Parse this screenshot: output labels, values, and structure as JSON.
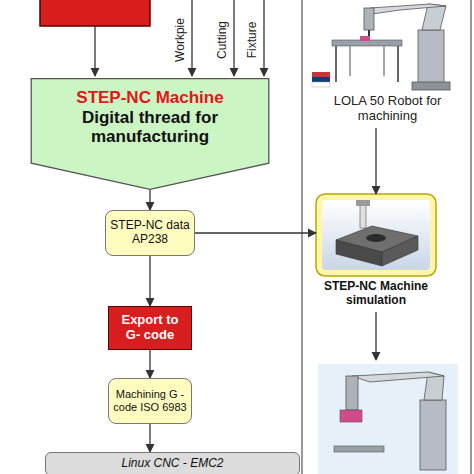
{
  "diagram": {
    "nodes": [
      {
        "text": [
          "STEP-NC Machine",
          "Digital thread for manufacturing"
        ]
      },
      {
        "text": [
          "STEP-NC data AP238"
        ]
      },
      {
        "text": [
          "Export to G- code"
        ]
      },
      {
        "text": [
          "Machining G - code ISO 6983"
        ]
      },
      {
        "text": [
          "Linux CNC - EMC2"
        ]
      },
      {
        "text": [
          "LOLA 50 Robot for machining"
        ]
      },
      {
        "text": [
          "STEP-NC Machine simulation"
        ]
      }
    ],
    "edges": [
      {
        "from": 0,
        "to": 1,
        "arrow": "to"
      },
      {
        "from": 1,
        "to": 2,
        "arrow": "to"
      },
      {
        "from": 2,
        "to": 3,
        "arrow": "to"
      },
      {
        "from": 3,
        "to": 4,
        "arrow": "to"
      },
      {
        "from": 1,
        "to": 6,
        "arrow": "to"
      },
      {
        "from": 5,
        "to": 6,
        "arrow": "to"
      }
    ],
    "labels": [
      "Workpie",
      "Cutting",
      "Fixture"
    ]
  }
}
